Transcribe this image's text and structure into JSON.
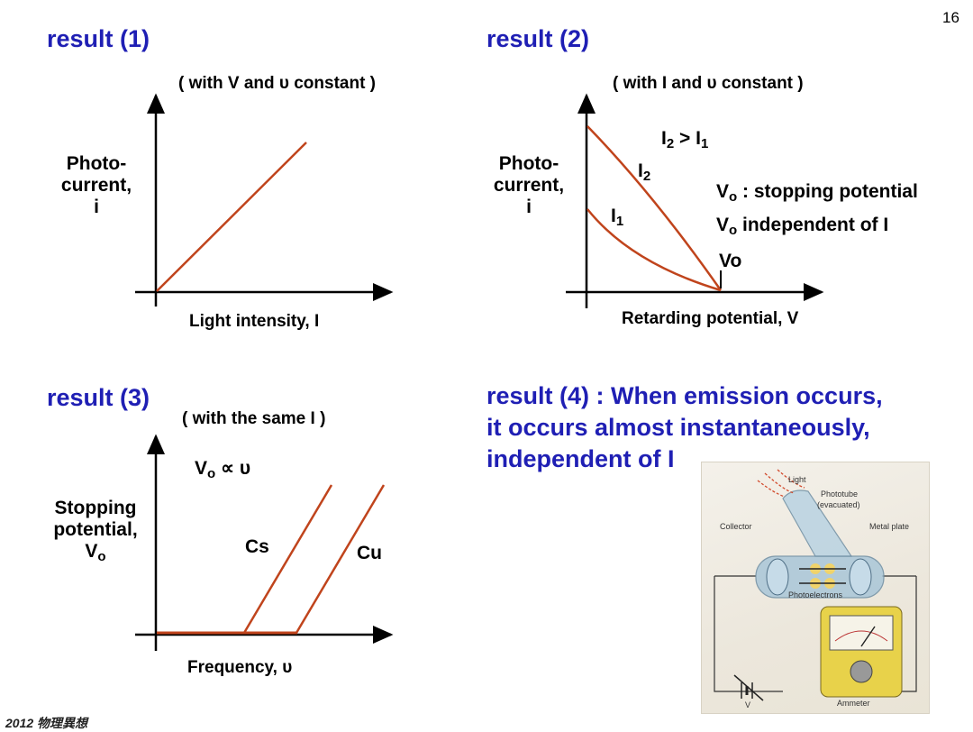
{
  "page_number": "16",
  "footer": "2012 物理異想",
  "r1": {
    "heading": "result (1)",
    "condition": "( with V and υ constant )",
    "ylabel": [
      "Photo-",
      "current,",
      "i"
    ],
    "xlabel": "Light intensity, I"
  },
  "r2": {
    "heading": "result (2)",
    "condition": "( with I and υ constant )",
    "ylabel": [
      "Photo-",
      "current,",
      "i"
    ],
    "xlabel": "Retarding potential, V",
    "rel": {
      "a": "I",
      "a_sub": "2",
      "op": " > I",
      "b_sub": "1"
    },
    "i2": {
      "t": "I",
      "s": "2"
    },
    "i1": {
      "t": "I",
      "s": "1"
    },
    "note1": {
      "t": "V",
      "s": "o",
      "rest": " : stopping potential"
    },
    "note2": {
      "t": "V",
      "s": "o",
      "rest": " independent of I"
    },
    "vo": "Vo"
  },
  "r3": {
    "heading": "result (3)",
    "condition": "( with the same I )",
    "ylabel": [
      "Stopping",
      "potential,",
      "V"
    ],
    "ylabel_sub": "o",
    "xlabel": "Frequency, υ",
    "prop": {
      "t": "V",
      "s": "o",
      "rest": " ∝ υ"
    },
    "cs": "Cs",
    "cu": "Cu"
  },
  "r4": {
    "lines": [
      "result (4) : When emission occurs,",
      "it occurs almost instantaneously,",
      "independent of I"
    ]
  },
  "photo": {
    "light": "Light",
    "tube1": "Phototube",
    "tube2": "(evacuated)",
    "collector": "Collector",
    "metal": "Metal plate",
    "electrons": "Photoelectrons",
    "ammeter": "Ammeter",
    "v": "V"
  },
  "colors": {
    "heading": "#1f1fb4",
    "curve": "#c0441c",
    "axis": "#000000"
  }
}
